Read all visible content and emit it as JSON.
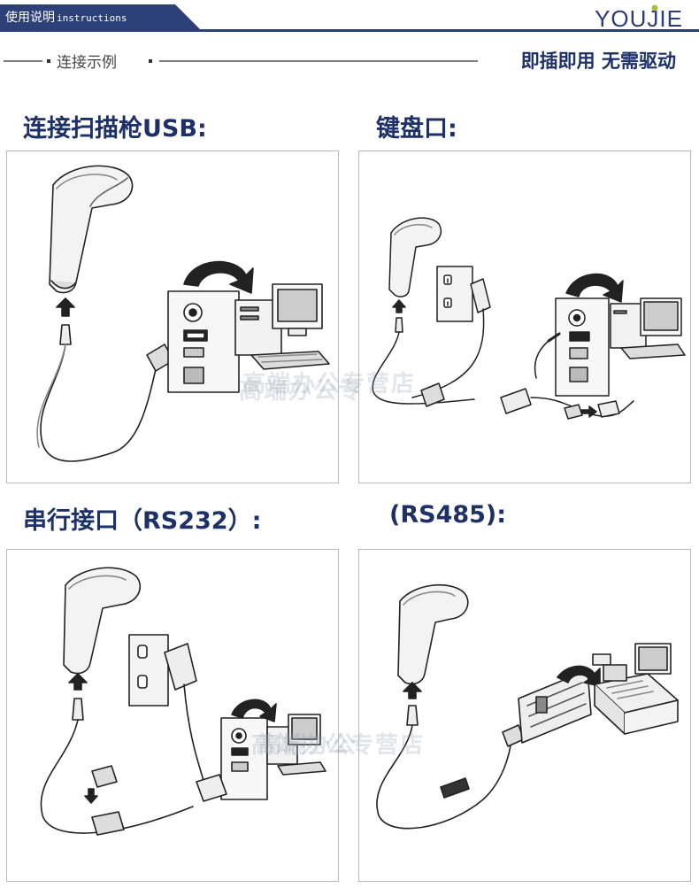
{
  "header": {
    "title_cn": "使用说明",
    "title_en": "instructions",
    "logo": "YOUJIE"
  },
  "section": {
    "label": "连接示例",
    "tagline": "即插即用 无需驱动"
  },
  "panels": [
    {
      "heading": "连接扫描枪USB:"
    },
    {
      "heading": "键盘口:"
    },
    {
      "heading": "串行接口（RS232）:"
    },
    {
      "heading": "(RS485):"
    }
  ],
  "watermark": "高端办公专营店",
  "colors": {
    "header_bar": "#2d4178",
    "accent_text": "#1d3068",
    "logo": "#2a3e78",
    "logo_dot": "#a9c23a"
  },
  "icons": [
    "barcode-scanner-icon",
    "computer-icon",
    "power-outlet-icon",
    "power-adapter-icon",
    "pos-terminal-icon",
    "arrow-icon"
  ]
}
